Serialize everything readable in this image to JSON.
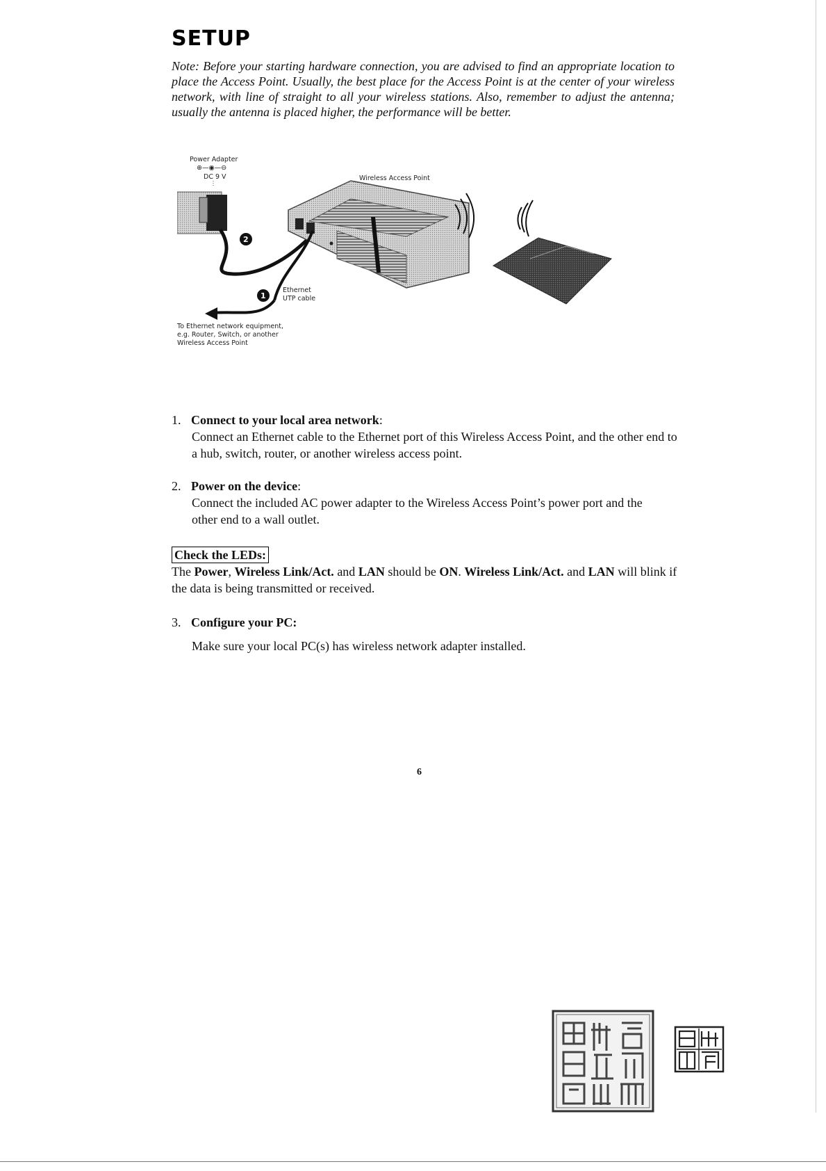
{
  "title": "SETUP",
  "note": "Note: Before your starting hardware connection, you are advised to find an appropriate location to place the Access Point. Usually, the best place for the Access Point is at the center of your wireless network, with line of straight to all your wireless stations. Also, remember to adjust the antenna; usually the antenna is placed higher, the performance will be better.",
  "diagram": {
    "power_adapter": "Power Adapter",
    "polarity": "⊕—◉—⊖",
    "dc_voltage": "DC 9 V",
    "access_point": "Wireless Access Point",
    "ethernet_cable_line1": "Ethernet",
    "ethernet_cable_line2": "UTP cable",
    "destination_line1": "To Ethernet network equipment,",
    "destination_line2": "e.g. Router, Switch, or another",
    "destination_line3": "Wireless Access Point",
    "badge_1": "1",
    "badge_2": "2"
  },
  "steps": [
    {
      "number": "1.",
      "title": "Connect to your local area network",
      "colon": ":",
      "body": "Connect an Ethernet cable to the Ethernet port of this Wireless Access Point, and the other end to a hub, switch, router, or another wireless access point."
    },
    {
      "number": "2.",
      "title": "Power on the device",
      "colon": ":",
      "body": "Connect the included AC power adapter to the Wireless Access Point’s power port and the other end to a wall outlet."
    },
    {
      "number": "3.",
      "title": "Configure your PC:",
      "colon": "",
      "body": "Make sure your local PC(s) has wireless network adapter installed."
    }
  ],
  "led": {
    "heading": "Check the LEDs:",
    "t1": "The ",
    "power": "Power",
    "t2": ", ",
    "wireless1": "Wireless Link/Act.",
    "t3": " and ",
    "lan1": "LAN",
    "t4": " should be ",
    "on": "ON",
    "t5": ". ",
    "wireless2": "Wireless Link/Act.",
    "t6": " and ",
    "lan2": "LAN",
    "t7": " will blink if the data is being transmitted or received."
  },
  "page_number": "6"
}
